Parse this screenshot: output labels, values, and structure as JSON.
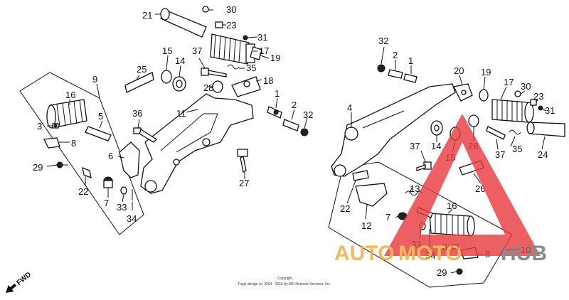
{
  "labels": {
    "l_21": "21",
    "l_30a": "30",
    "l_23a": "23",
    "l_31a": "31",
    "l_17a": "17",
    "l_19a": "19",
    "l_25": "25",
    "l_15a": "15",
    "l_14a": "14",
    "l_37a": "37",
    "l_35a": "35",
    "l_28a": "28",
    "l_18": "18",
    "l_9": "9",
    "l_16a": "16",
    "l_5": "5",
    "l_3a": "3",
    "l_8a": "8",
    "l_36": "36",
    "l_11": "11",
    "l_1a": "1",
    "l_2a": "2",
    "l_32a": "32",
    "l_6": "6",
    "l_29a": "29",
    "l_22a": "22",
    "l_7a": "7",
    "l_33a": "33",
    "l_34a": "34",
    "l_27": "27",
    "l_32b": "32",
    "l_2b": "2",
    "l_1b": "1",
    "l_20": "20",
    "l_19b": "19",
    "l_17b": "17",
    "l_4": "4",
    "l_30b": "30",
    "l_23b": "23",
    "l_31b": "31",
    "l_37b": "37",
    "l_14b": "14",
    "l_15b": "15",
    "l_28b": "28",
    "l_37c": "37",
    "l_35b": "35",
    "l_24": "24",
    "l_26": "26",
    "l_13": "13",
    "l_22b": "22",
    "l_12": "12",
    "l_16b": "16",
    "l_7b": "7",
    "l_33b": "33",
    "l_34b": "34",
    "l_3b": "3",
    "l_8b": "8",
    "l_10": "10",
    "l_29b": "29"
  },
  "fwd_label": "FWD",
  "copyright": {
    "line1": "Copyright",
    "line2": "Page design (c) 2004 - 2016 by ARI Network Services, Inc."
  },
  "watermark": {
    "text_auto": "AUTO",
    "text_moto": "MOTO",
    "text_hub": "HUB",
    "color_red": "#e8383d",
    "color_orange": "#f6a637",
    "color_gray": "#6d6e70"
  }
}
